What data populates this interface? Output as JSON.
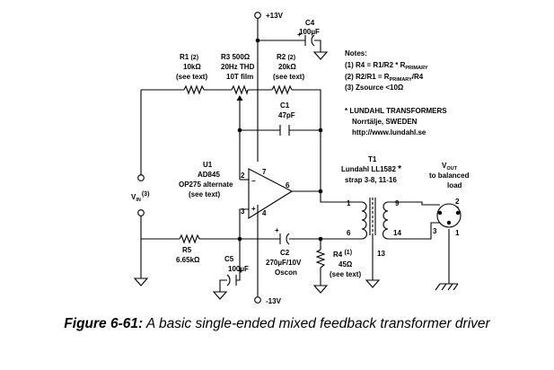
{
  "rails": {
    "pos": "+13V",
    "neg": "-13V"
  },
  "c4": {
    "name": "C4",
    "value": "100µF"
  },
  "r1": {
    "name": "R1",
    "note": "(2)",
    "value": "10kΩ",
    "sub": "(see text)"
  },
  "r3": {
    "name": "R3 500Ω",
    "l2": "20Hz THD",
    "l3": "10T film"
  },
  "r2": {
    "name": "R2",
    "note": "(2)",
    "value": "20kΩ",
    "sub": "(see text)"
  },
  "c1": {
    "name": "C1",
    "value": "47pF"
  },
  "u1": {
    "name": "U1",
    "part": "AD845",
    "alt": "OP275 alternate",
    "sub": "(see text)",
    "pins": [
      "2",
      "3",
      "4",
      "6",
      "7"
    ]
  },
  "vin": {
    "label": "V",
    "sub": "IN",
    "note": "(3)"
  },
  "r5": {
    "name": "R5",
    "value": "6.65kΩ"
  },
  "c5": {
    "name": "C5",
    "value": "100µF"
  },
  "c2": {
    "name": "C2",
    "value": "270µF/10V",
    "sub": "Oscon"
  },
  "r4": {
    "name": "R4",
    "note": "(1)",
    "value": "45Ω",
    "sub": "(see text)"
  },
  "t1": {
    "name": "T1",
    "part": "Lundahl LL1582",
    "mark": "*",
    "strap": "strap 3-8, 11-16",
    "pins": [
      "1",
      "6",
      "9",
      "14",
      "13"
    ]
  },
  "vout": {
    "label": "V",
    "sub": "OUT",
    "l2": "to balanced",
    "l3": "load",
    "pins": [
      "2",
      "3",
      "1"
    ]
  },
  "notes": {
    "title": "Notes:",
    "n1a": "(1) R4 = R1/R2 * R",
    "n1b": "PRIMARY",
    "n2a": "(2) R2/R1 = R",
    "n2b": "PRIMARY",
    "n2c": "/R4",
    "n3a": "(3) Zsource <10Ω"
  },
  "vendor": {
    "l1": "* LUNDAHL TRANSFORMERS",
    "l2": "Norrtälje, SWEDEN",
    "l3": "http://www.lundahl.se"
  },
  "caption": {
    "bold": "Figure 6-61:",
    "text": " A basic single-ended mixed feedback transformer driver"
  }
}
